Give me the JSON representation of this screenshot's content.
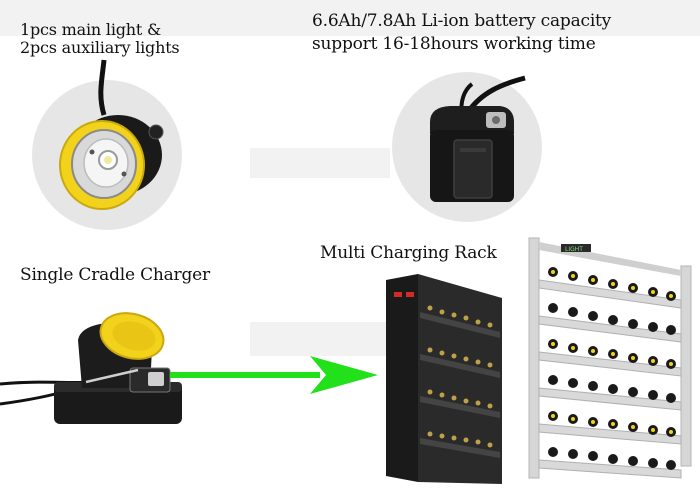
{
  "captions": {
    "main_light_line1": "1pcs main light &",
    "main_light_line2": "2pcs auxiliary lights",
    "battery_line1": "6.6Ah/7.8Ah Li-ion battery capacity",
    "battery_line2": "support 16-18hours working time",
    "single_charger": "Single Cradle Charger",
    "multi_rack": "Multi Charging Rack"
  },
  "rack_logo_text": "LIGHT",
  "colors": {
    "lamp_yellow": "#f2d21a",
    "arrow_green": "#22e01a",
    "housing_black": "#1c1c1c",
    "circle_bg": "#e6e6e6",
    "rack_frame": "#d6d6d6"
  },
  "icons": [
    "lamp-head-photo",
    "battery-pack-photo",
    "cradle-charger-photo",
    "rack-cabinet-photo",
    "rack-frame-photo",
    "arrow-right-icon"
  ]
}
